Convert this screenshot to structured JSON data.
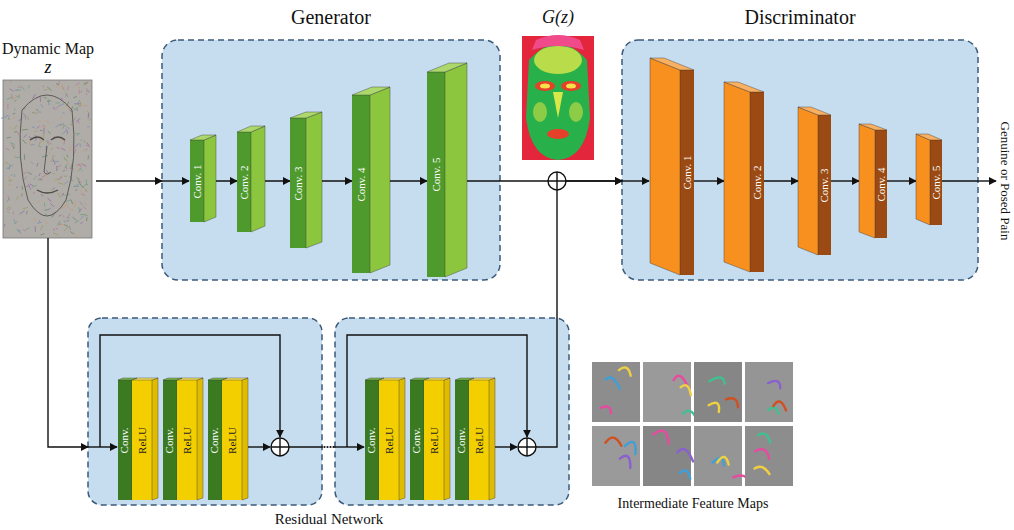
{
  "diagram": {
    "nodes": [
      {
        "text": [
          "Dynamic Map",
          "z"
        ]
      },
      {
        "text": [
          "Generator"
        ]
      },
      {
        "text": [
          "Conv. 1"
        ],
        "in": 1
      },
      {
        "text": [
          "Conv. 2"
        ],
        "in": 1
      },
      {
        "text": [
          "Conv. 3"
        ],
        "in": 1
      },
      {
        "text": [
          "Conv. 4"
        ],
        "in": 1
      },
      {
        "text": [
          "Conv. 5"
        ],
        "in": 1
      },
      {
        "text": [
          "G(z)"
        ]
      },
      {
        "text": [
          "Discriminator"
        ]
      },
      {
        "text": [
          "Conv. 1"
        ],
        "in": 8
      },
      {
        "text": [
          "Conv. 2"
        ],
        "in": 8
      },
      {
        "text": [
          "Conv. 3"
        ],
        "in": 8
      },
      {
        "text": [
          "Conv. 4"
        ],
        "in": 8
      },
      {
        "text": [
          "Conv. 5"
        ],
        "in": 8
      },
      {
        "text": []
      },
      {
        "text": [
          "Conv."
        ],
        "in": 14
      },
      {
        "text": [
          "ReLU"
        ],
        "in": 14
      },
      {
        "text": [
          "Conv."
        ],
        "in": 14
      },
      {
        "text": [
          "ReLU"
        ],
        "in": 14
      },
      {
        "text": [
          "Conv."
        ],
        "in": 14
      },
      {
        "text": [
          "ReLU"
        ],
        "in": 14
      },
      {
        "text": []
      },
      {
        "text": [
          "Conv."
        ],
        "in": 21
      },
      {
        "text": [
          "ReLU"
        ],
        "in": 21
      },
      {
        "text": [
          "Conv."
        ],
        "in": 21
      },
      {
        "text": [
          "ReLU"
        ],
        "in": 21
      },
      {
        "text": [
          "Conv."
        ],
        "in": 21
      },
      {
        "text": [
          "ReLU"
        ],
        "in": 21
      }
    ],
    "edges": [
      {
        "from": 0,
        "to": 1,
        "arrow": "to"
      },
      {
        "from": 2,
        "to": 3,
        "arrow": "to"
      },
      {
        "from": 3,
        "to": 4,
        "arrow": "to"
      },
      {
        "from": 4,
        "to": 5,
        "arrow": "to"
      },
      {
        "from": 5,
        "to": 6,
        "arrow": "to"
      },
      {
        "from": 1,
        "to": 8,
        "arrow": "to"
      },
      {
        "from": 9,
        "to": 10,
        "arrow": "to"
      },
      {
        "from": 10,
        "to": 11,
        "arrow": "to"
      },
      {
        "from": 11,
        "to": 12,
        "arrow": "to"
      },
      {
        "from": 12,
        "to": 13,
        "arrow": "to"
      },
      {
        "from": 0,
        "to": 14,
        "arrow": "to"
      },
      {
        "from": 14,
        "to": 21,
        "arrow": "none"
      },
      {
        "from": 21,
        "to": 8,
        "arrow": "to"
      }
    ],
    "labels": [
      "Genuine or Posed Pain",
      "Residual Network",
      "Intermediate Feature Maps"
    ]
  }
}
